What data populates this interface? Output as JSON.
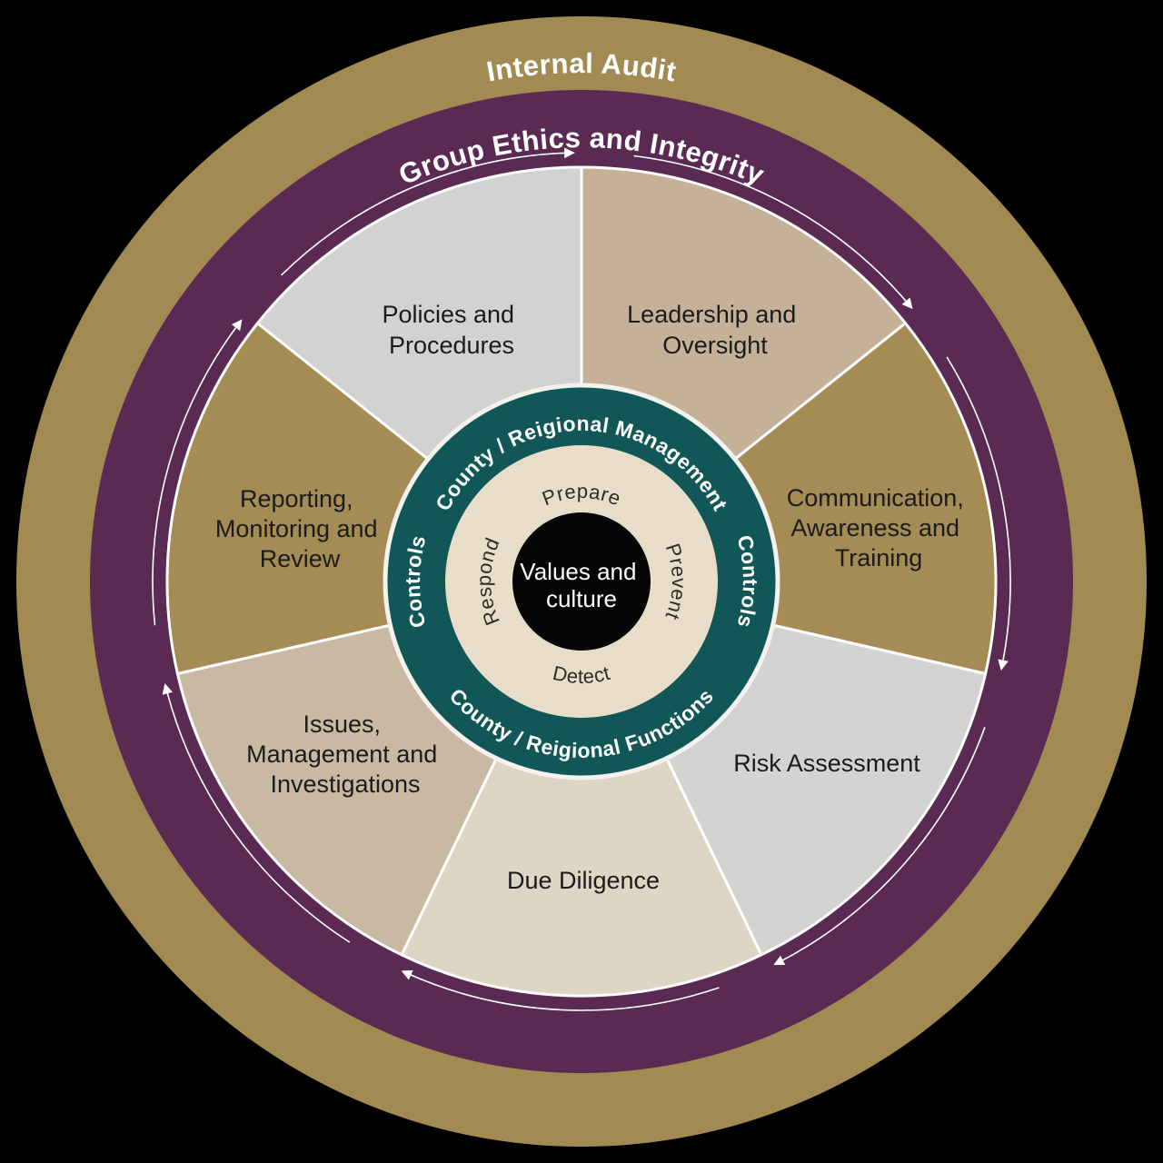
{
  "diagram": {
    "title": "Values and culture",
    "outer_ring": {
      "label": "Internal Audit",
      "color": "#a28b53"
    },
    "ethics_ring": {
      "label": "Group Ethics and Integrity",
      "color": "#5b2a52",
      "arrow_color": "#ffffff",
      "flow": "clockwise"
    },
    "segments": [
      {
        "label": "Leadership and Oversight",
        "lines": [
          "Leadership and",
          "Oversight"
        ],
        "color": "#c5b197"
      },
      {
        "label": "Communication, Awareness and Training",
        "lines": [
          "Communication,",
          "Awareness and",
          "Training"
        ],
        "color": "#a58c55"
      },
      {
        "label": "Risk Assessment",
        "lines": [
          "Risk Assessment"
        ],
        "color": "#d4d3d2"
      },
      {
        "label": "Due Diligence",
        "lines": [
          "Due Diligence"
        ],
        "color": "#ded5c4"
      },
      {
        "label": "Issues, Management and Investigations",
        "lines": [
          "Issues,",
          "Management and",
          "Investigations"
        ],
        "color": "#c9b9a2"
      },
      {
        "label": "Reporting, Monitoring and Review",
        "lines": [
          "Reporting,",
          "Monitoring and",
          "Review"
        ],
        "color": "#a58c55"
      },
      {
        "label": "Policies and Procedures",
        "lines": [
          "Policies and",
          "Procedures"
        ],
        "color": "#d3d2d1"
      }
    ],
    "teal_ring": {
      "color": "#125757",
      "top": "County / Reigional Management",
      "bottom": "County / Reigional Functions",
      "left": "Controls",
      "right": "Controls"
    },
    "inner_ring": {
      "color": "#e7ddc9",
      "top": "Prepare",
      "right": "Prevent",
      "bottom": "Detect",
      "left": "Respond"
    },
    "center": {
      "color": "#050505",
      "label": "Values and culture",
      "lines": [
        "Values and",
        "culture"
      ]
    }
  }
}
